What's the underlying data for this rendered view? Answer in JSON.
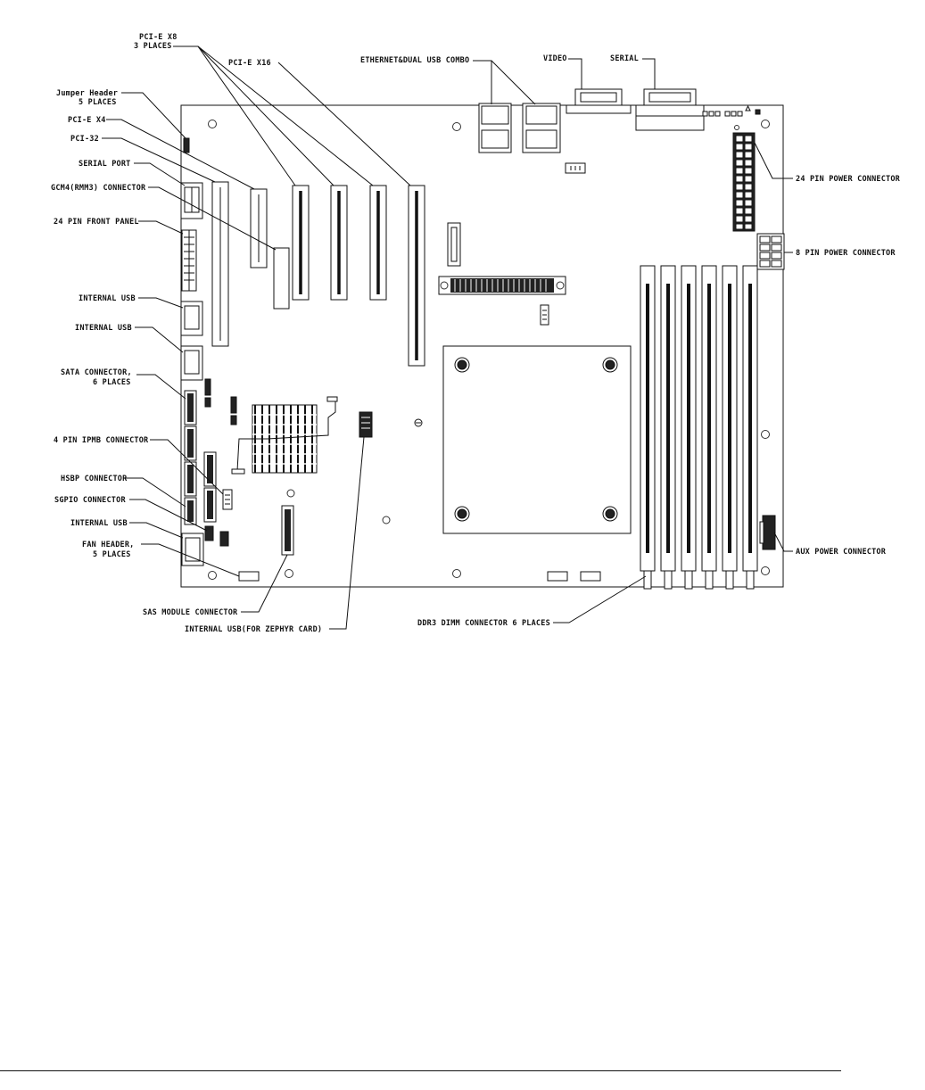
{
  "labels": {
    "pcie_x8": "PCI-E X8",
    "pcie_x8_places": "3 PLACES",
    "pcie_x16": "PCI-E X16",
    "ethernet_usb": "ETHERNET&DUAL USB COMBO",
    "video": "VIDEO",
    "serial": "SERIAL",
    "jumper_header": "Jumper Header",
    "jumper_header_places": "5 PLACES",
    "pcie_x4": "PCI-E X4",
    "pci32": "PCI-32",
    "serial_port": "SERIAL PORT",
    "gcm4": "GCM4(RMM3) CONNECTOR",
    "front_panel": "24 PIN FRONT PANEL",
    "internal_usb_1": "INTERNAL USB",
    "internal_usb_2": "INTERNAL USB",
    "sata": "SATA CONNECTOR,",
    "sata_places": "6 PLACES",
    "ipmb": "4 PIN IPMB CONNECTOR",
    "hsbp": "HSBP CONNECTOR",
    "sgpio": "SGPIO CONNECTOR",
    "internal_usb_3": "INTERNAL USB",
    "fan_header": "FAN HEADER,",
    "fan_header_places": "5 PLACES",
    "sas_module": "SAS MODULE CONNECTOR",
    "internal_usb_zephyr": "INTERNAL USB(FOR ZEPHYR CARD)",
    "power_24": "24 PIN POWER CONNECTOR",
    "power_8": "8 PIN POWER CONNECTOR",
    "aux_power": "AUX POWER CONNECTOR",
    "ddr3": "DDR3 DIMM CONNECTOR 6 PLACES"
  }
}
